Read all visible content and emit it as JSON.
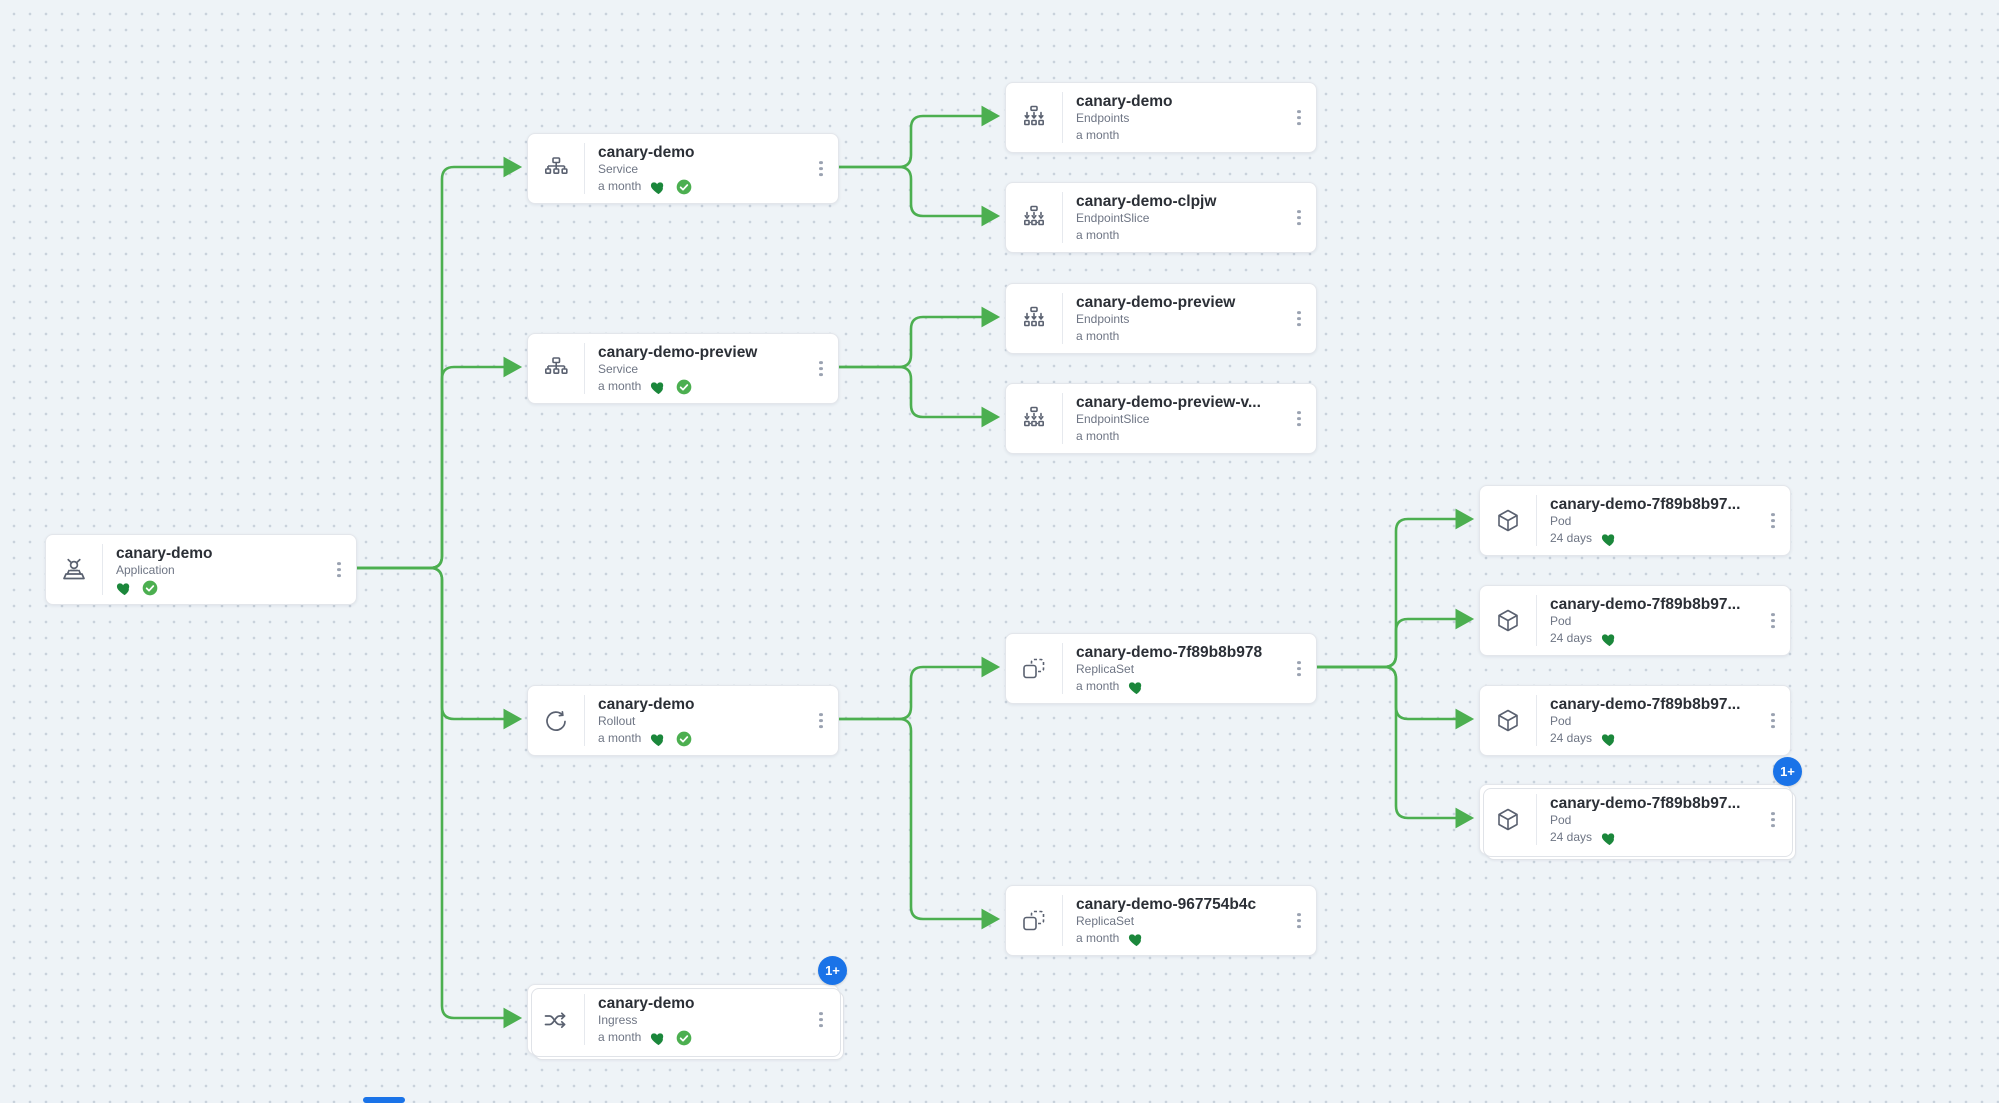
{
  "app": "Argo CD resource tree",
  "ui": {
    "more_badge": "1+"
  },
  "colors": {
    "edge": "#4caf50",
    "healthy_heart": "#1b873b",
    "synced_check": "#4caf50",
    "badge_blue": "#1a73e8",
    "card_bg": "#ffffff",
    "canvas_bg": "#eef3f7"
  },
  "nodes": [
    {
      "title": "canary-demo",
      "kind": "Application",
      "age": "",
      "status": [
        "healthy",
        "synced"
      ]
    },
    {
      "title": "canary-demo",
      "kind": "Service",
      "age": "a month",
      "status": [
        "healthy",
        "synced"
      ]
    },
    {
      "title": "canary-demo",
      "kind": "Endpoints",
      "age": "a month",
      "status": []
    },
    {
      "title": "canary-demo-clpjw",
      "kind": "EndpointSlice",
      "age": "a month",
      "status": []
    },
    {
      "title": "canary-demo-preview",
      "kind": "Service",
      "age": "a month",
      "status": [
        "healthy",
        "synced"
      ]
    },
    {
      "title": "canary-demo-preview",
      "kind": "Endpoints",
      "age": "a month",
      "status": []
    },
    {
      "title": "canary-demo-preview-v...",
      "kind": "EndpointSlice",
      "age": "a month",
      "status": []
    },
    {
      "title": "canary-demo",
      "kind": "Rollout",
      "age": "a month",
      "status": [
        "healthy",
        "synced"
      ]
    },
    {
      "title": "canary-demo-7f89b8b978",
      "kind": "ReplicaSet",
      "age": "a month",
      "status": [
        "healthy"
      ]
    },
    {
      "title": "canary-demo-967754b4c",
      "kind": "ReplicaSet",
      "age": "a month",
      "status": [
        "healthy"
      ]
    },
    {
      "title": "canary-demo",
      "kind": "Ingress",
      "age": "a month",
      "status": [
        "healthy",
        "synced"
      ],
      "badge": "1+"
    },
    {
      "title": "canary-demo-7f89b8b97...",
      "kind": "Pod",
      "age": "24 days",
      "status": [
        "healthy"
      ]
    },
    {
      "title": "canary-demo-7f89b8b97...",
      "kind": "Pod",
      "age": "24 days",
      "status": [
        "healthy"
      ]
    },
    {
      "title": "canary-demo-7f89b8b97...",
      "kind": "Pod",
      "age": "24 days",
      "status": [
        "healthy"
      ]
    },
    {
      "title": "canary-demo-7f89b8b97...",
      "kind": "Pod",
      "age": "24 days",
      "status": [
        "healthy"
      ],
      "badge": "1+"
    }
  ]
}
